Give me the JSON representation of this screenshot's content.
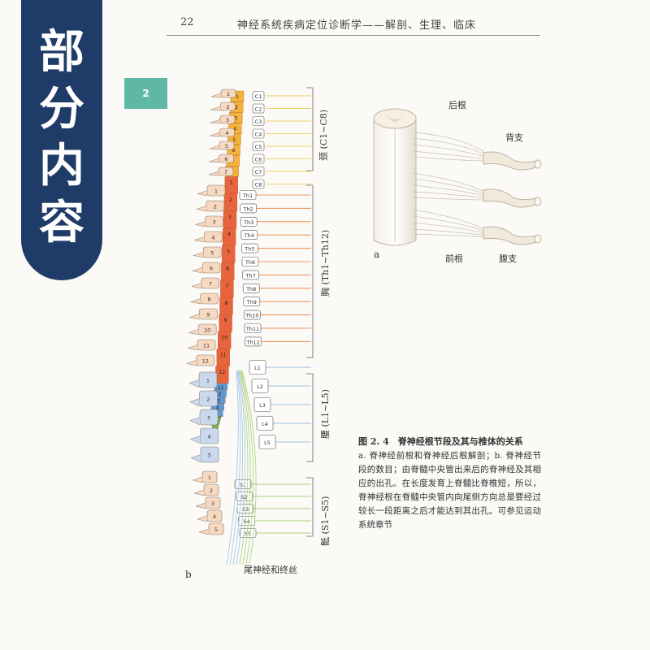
{
  "banner": {
    "chars": [
      "部",
      "分",
      "内",
      "容"
    ]
  },
  "chapter_tab": "2",
  "header": {
    "page_number": "22",
    "running_head": "神经系统疾病定位诊断学——解剖、生理、临床"
  },
  "figure_b": {
    "panel_label": "b",
    "bottom_label": "尾神经和终丝",
    "region_cervical": "颈 (C1~C8)",
    "region_thoracic": "胸 (Th1~Th12)",
    "region_lumbar": "腰 (L1~L5)",
    "region_sacral": "骶 (S1~S5)",
    "nerve_labels": [
      "C1",
      "C2",
      "C3",
      "C4",
      "C5",
      "C6",
      "C7",
      "C8",
      "Th1",
      "Th2",
      "Th3",
      "Th4",
      "Th5",
      "Th6",
      "Th7",
      "Th8",
      "Th9",
      "Th10",
      "Th11",
      "Th12",
      "L1",
      "L2",
      "L3",
      "L4",
      "L5",
      "S1",
      "S2",
      "S3",
      "S4",
      "S5"
    ],
    "cord_labels": [
      "1",
      "2",
      "3",
      "4",
      "5",
      "6",
      "7",
      "8",
      "1",
      "2",
      "3",
      "4",
      "5",
      "6",
      "7",
      "8",
      "9",
      "10",
      "11",
      "12",
      "L1",
      "2",
      "3",
      "4",
      "5",
      "S1"
    ],
    "vertebra_labels": [
      "1",
      "2",
      "3",
      "4",
      "5",
      "6",
      "7",
      "1",
      "2",
      "3",
      "4",
      "5",
      "6",
      "7",
      "8",
      "9",
      "10",
      "11",
      "12",
      "1",
      "2",
      "3",
      "4",
      "5",
      "1",
      "2",
      "3",
      "4",
      "5"
    ],
    "colors": {
      "cervical": "#f3b23a",
      "thoracic": "#e8643c",
      "lumbar": "#5b9bd5",
      "sacral": "#7ab648",
      "cervical_nerve": "#f2cf6a",
      "thoracic_nerve": "#f0965f",
      "lumbar_nerve": "#9cc3e6",
      "sacral_nerve": "#a9d17c",
      "vertebra": "#f7d8c0",
      "lumbar_vertebra": "#c9d8ec"
    }
  },
  "figure_a": {
    "panel_label": "a",
    "label_dorsal_root": "后根",
    "label_dorsal_branch": "背支",
    "label_ventral_root": "前根",
    "label_ventral_branch": "腹支"
  },
  "caption": {
    "title": "图 2. 4　脊神经根节段及其与椎体的关系",
    "body": "a. 脊神经前根和脊神经后根解剖；b. 脊神经节段的数目；由脊髓中央管出来后的脊神经及其相应的出孔。在长度发育上脊髓比脊椎短，所以，脊神经根在脊髓中央管内向尾侧方向总是要经过较长一段距离之后才能达到其出孔。可参见运动系统章节"
  }
}
